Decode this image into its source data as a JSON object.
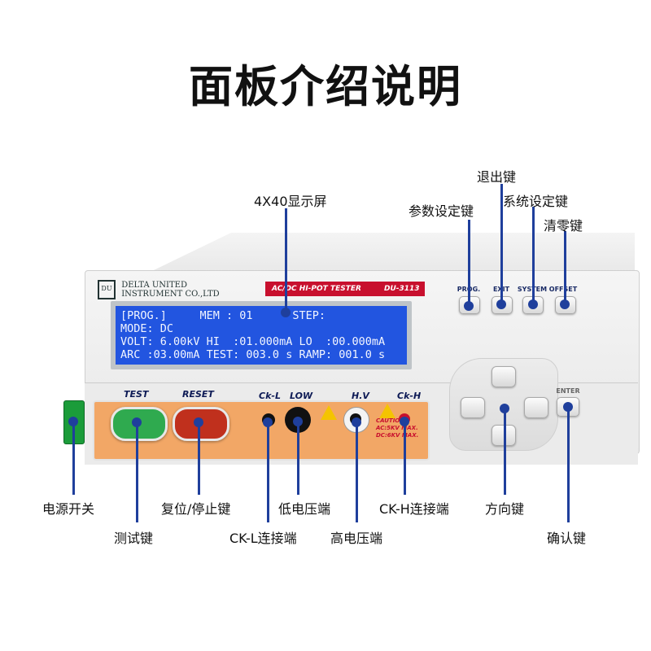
{
  "title": "面板介绍说明",
  "device": {
    "brand": "DELTA UNITED\nINSTRUMENT CO.,LTD",
    "logo_mark": "DU",
    "tester_type": "AC/DC  HI-POT TESTER",
    "model": "DU-3113",
    "lcd_lines": [
      "[PROG.]     MEM : 01      STEP:",
      "MODE: DC",
      "VOLT: 6.00kV HI  :01.000mA LO  :00.000mA",
      "ARC :03.00mA TEST: 003.0 s RAMP: 001.0 s"
    ],
    "key_labels": {
      "prog": "PROG.",
      "exit": "EXIT",
      "system": "SYSTEM",
      "offset": "OFFSET",
      "enter": "ENTER"
    },
    "panel_labels": {
      "test": "TEST",
      "reset": "RESET",
      "ck_l": "Ck-L",
      "low": "LOW",
      "hv": "H.V",
      "ck_h": "Ck-H"
    },
    "caution": "CAUTION\nAC:5KV MAX.\nDC:6KV MAX."
  },
  "callouts": {
    "lcd": "4X40显示屏",
    "prog_key": "参数设定键",
    "exit_key": "退出键",
    "system_key": "系统设定键",
    "offset_key": "清零键",
    "power_switch": "电源开关",
    "test_key": "测试键",
    "reset_key": "复位/停止键",
    "ck_l": "CK-L连接端",
    "low": "低电压端",
    "hv": "高电压端",
    "ck_h": "CK-H连接端",
    "arrows": "方向键",
    "enter": "确认键"
  },
  "colors": {
    "accent": "#1f3f9c",
    "lcd": "#2255e0",
    "panel": "#f2a766",
    "test": "#2faa4f",
    "reset": "#c0301d",
    "strip": "#c8102e"
  }
}
